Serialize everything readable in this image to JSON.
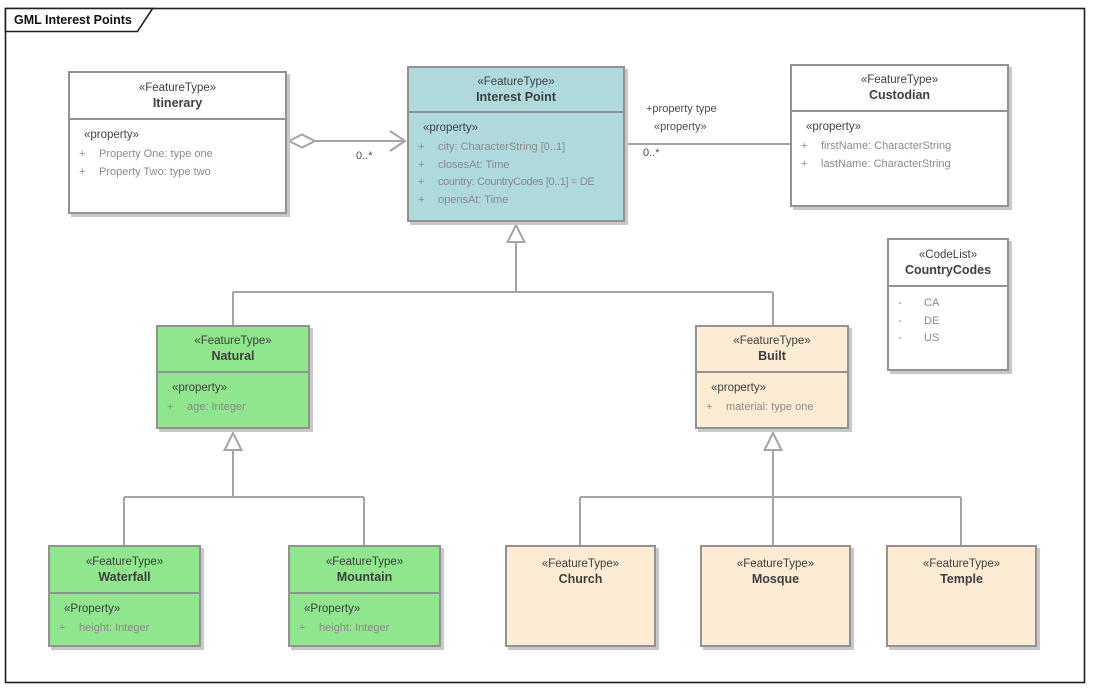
{
  "frame": {
    "title": "GML Interest Points"
  },
  "colors": {
    "interest_point_fill": "#aedade",
    "natural_fill": "#8fe68c",
    "built_fill": "#fcecd3",
    "plain_fill": "#ffffff",
    "box_border": "#929292",
    "connector_line": "#a4a4a4",
    "name_text": "#3f3f3f",
    "attribute_text": "#8a8a8a"
  },
  "classes": {
    "itinerary": {
      "stereotype": "«FeatureType»",
      "name": "Itinerary",
      "attr_stereotype": "«property»",
      "attributes": [
        {
          "prefix": "+",
          "text": "Property One: type one"
        },
        {
          "prefix": "+",
          "text": "Property Two: type two"
        }
      ]
    },
    "interest_point": {
      "stereotype": "«FeatureType»",
      "name": "Interest Point",
      "attr_stereotype": "«property»",
      "attributes": [
        {
          "prefix": "+",
          "text": "city: CharacterString [0..1]"
        },
        {
          "prefix": "+",
          "text": "closesAt: Time"
        },
        {
          "prefix": "+",
          "text": "country: CountryCodes [0..1] = DE"
        },
        {
          "prefix": "+",
          "text": "opensAt: Time"
        }
      ]
    },
    "custodian": {
      "stereotype": "«FeatureType»",
      "name": "Custodian",
      "attr_stereotype": "«property»",
      "attributes": [
        {
          "prefix": "+",
          "text": "firstName: CharacterString"
        },
        {
          "prefix": "+",
          "text": "lastName: CharacterString"
        }
      ]
    },
    "country_codes": {
      "stereotype": "«CodeList»",
      "name": "CountryCodes",
      "attributes": [
        {
          "prefix": "-",
          "text": "CA"
        },
        {
          "prefix": "-",
          "text": "DE"
        },
        {
          "prefix": "-",
          "text": "US"
        }
      ]
    },
    "natural": {
      "stereotype": "«FeatureType»",
      "name": "Natural",
      "attr_stereotype": "«property»",
      "attributes": [
        {
          "prefix": "+",
          "text": "age: Integer"
        }
      ]
    },
    "built": {
      "stereotype": "«FeatureType»",
      "name": "Built",
      "attr_stereotype": "«property»",
      "attributes": [
        {
          "prefix": "+",
          "text": "material: type one"
        }
      ]
    },
    "waterfall": {
      "stereotype": "«FeatureType»",
      "name": "Waterfall",
      "attr_stereotype": "«Property»",
      "attributes": [
        {
          "prefix": "+",
          "text": "height: Integer"
        }
      ]
    },
    "mountain": {
      "stereotype": "«FeatureType»",
      "name": "Mountain",
      "attr_stereotype": "«Property»",
      "attributes": [
        {
          "prefix": "+",
          "text": "height: Integer"
        }
      ]
    },
    "church": {
      "stereotype": "«FeatureType»",
      "name": "Church"
    },
    "mosque": {
      "stereotype": "«FeatureType»",
      "name": "Mosque"
    },
    "temple": {
      "stereotype": "«FeatureType»",
      "name": "Temple"
    }
  },
  "connectors": {
    "itinerary_to_interest_point": {
      "type": "aggregation",
      "target_multiplicity": "0..*"
    },
    "interest_point_to_custodian": {
      "type": "association",
      "role_label": "+property type",
      "stereotype_label": "«property»",
      "multiplicity": "0..*"
    },
    "generalizations": [
      "Natural -> Interest Point",
      "Built -> Interest Point",
      "Waterfall -> Natural",
      "Mountain -> Natural",
      "Church -> Built",
      "Mosque -> Built",
      "Temple -> Built"
    ]
  }
}
